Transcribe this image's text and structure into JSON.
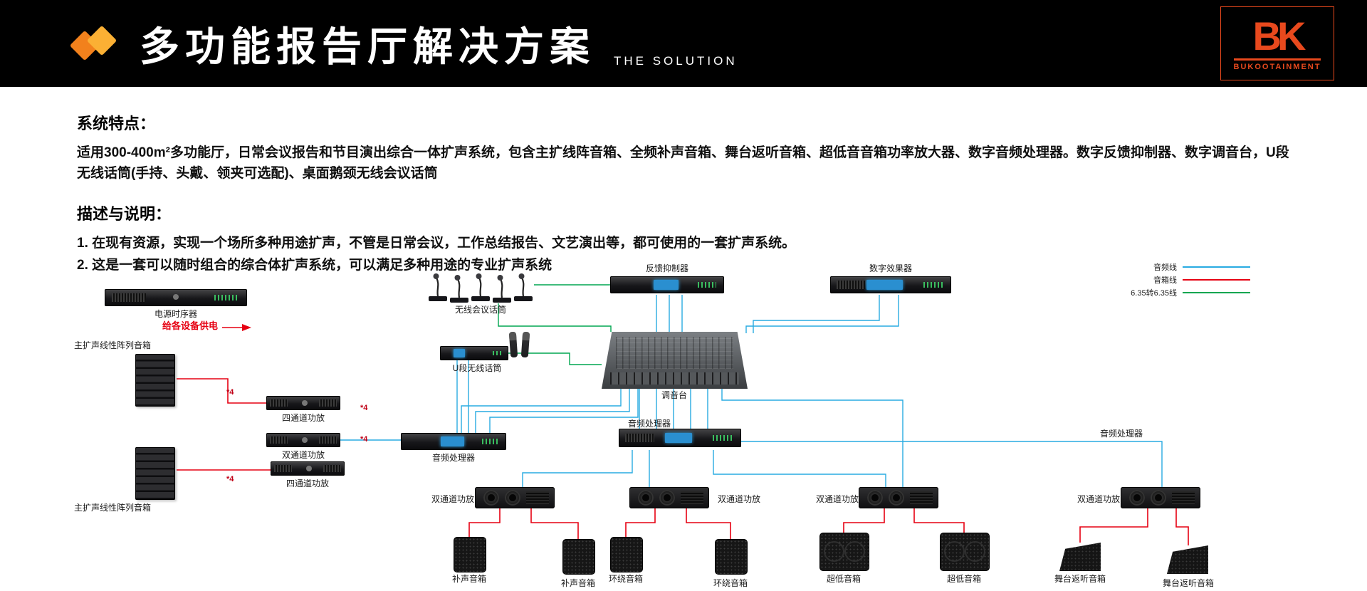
{
  "header": {
    "title": "多功能报告厅解决方案",
    "subtitle": "THE SOLUTION",
    "logo": {
      "text": "BK",
      "caption": "BUKOOTAINMENT",
      "color": "#e8491d"
    }
  },
  "features": {
    "heading": "系统特点：",
    "body": "适用300-400m²多功能厅，日常会议报告和节目演出综合一体扩声系统，包含主扩线阵音箱、全频补声音箱、舞台返听音箱、超低音音箱功率放大器、数字音频处理器。数字反馈抑制器、数字调音台，U段无线话筒(手持、头戴、领夹可选配)、桌面鹅颈无线会议话筒"
  },
  "description": {
    "heading": "描述与说明：",
    "items": [
      "1. 在现有资源，实现一个场所多种用途扩声，不管是日常会议，工作总结报告、文艺演出等，都可使用的一套扩声系统。",
      "2. 这是一套可以随时组合的综合体扩声系统，可以满足多种用途的专业扩声系统"
    ]
  },
  "legend": {
    "items": [
      {
        "label": "音频线",
        "color": "#29abe2"
      },
      {
        "label": "音箱线",
        "color": "#e60012"
      },
      {
        "label": "6.35转6.35线",
        "color": "#00a650"
      }
    ]
  },
  "diagram": {
    "colors": {
      "audio_line": "#29abe2",
      "speaker_line": "#e60012",
      "jack_line": "#00a650"
    },
    "power_sequencer": "电源时序器",
    "power_note": "给各设备供电",
    "line_array_1": "主扩声线性阵列音箱",
    "line_array_2": "主扩声线性阵列音箱",
    "amp4_1": "四通道功放",
    "amp2_1": "双通道功放",
    "amp4_2": "四通道功放",
    "processor_left": "音频处理器",
    "conference_mics": "无线会议话筒",
    "uhf_mics": "U段无线话筒",
    "feedback": "反馈抑制器",
    "effects": "数字效果器",
    "mixer": "调音台",
    "processor_center": "音频处理器",
    "processor_right": "音频处理器",
    "amp_b1": "双通道功放",
    "amp_b2": "双通道功放",
    "amp_b3": "双通道功放",
    "amp_b4": "双通道功放",
    "fill_1": "补声音箱",
    "fill_2": "补声音箱",
    "surround_1": "环绕音箱",
    "surround_2": "环绕音箱",
    "sub_1": "超低音箱",
    "sub_2": "超低音箱",
    "monitor_1": "舞台返听音箱",
    "monitor_2": "舞台返听音箱",
    "x4": "*4"
  }
}
